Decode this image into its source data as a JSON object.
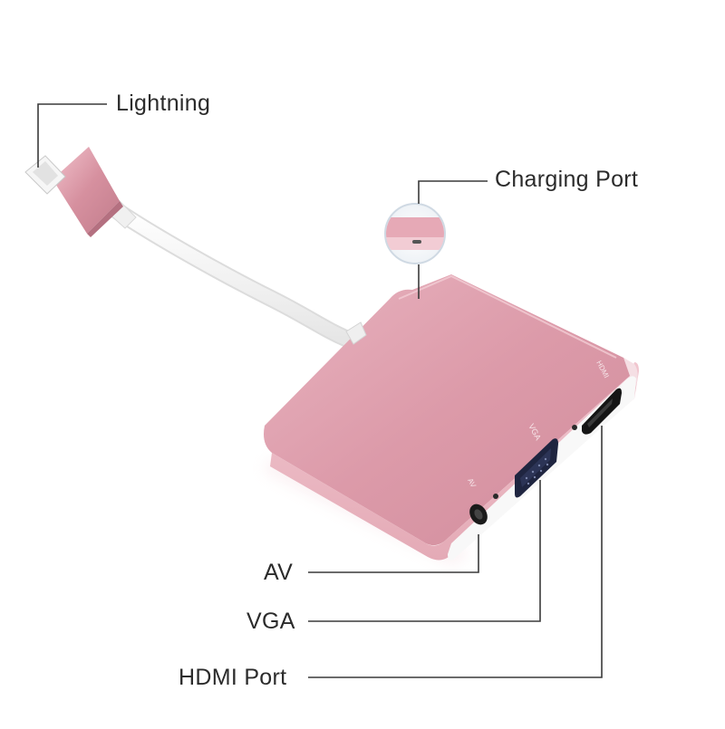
{
  "product": {
    "body_color": "#e0a4b0",
    "body_highlight": "#f3cdd5",
    "body_shadow": "#b97a87",
    "cable_color": "#f7f7f7"
  },
  "callouts": {
    "lightning": "Lightning",
    "charging_port": "Charging Port",
    "av": "AV",
    "vga": "VGA",
    "hdmi": "HDMI Port"
  },
  "port_marks": {
    "vga": "VGA",
    "hdmi": "HDMI",
    "av": "AV"
  }
}
